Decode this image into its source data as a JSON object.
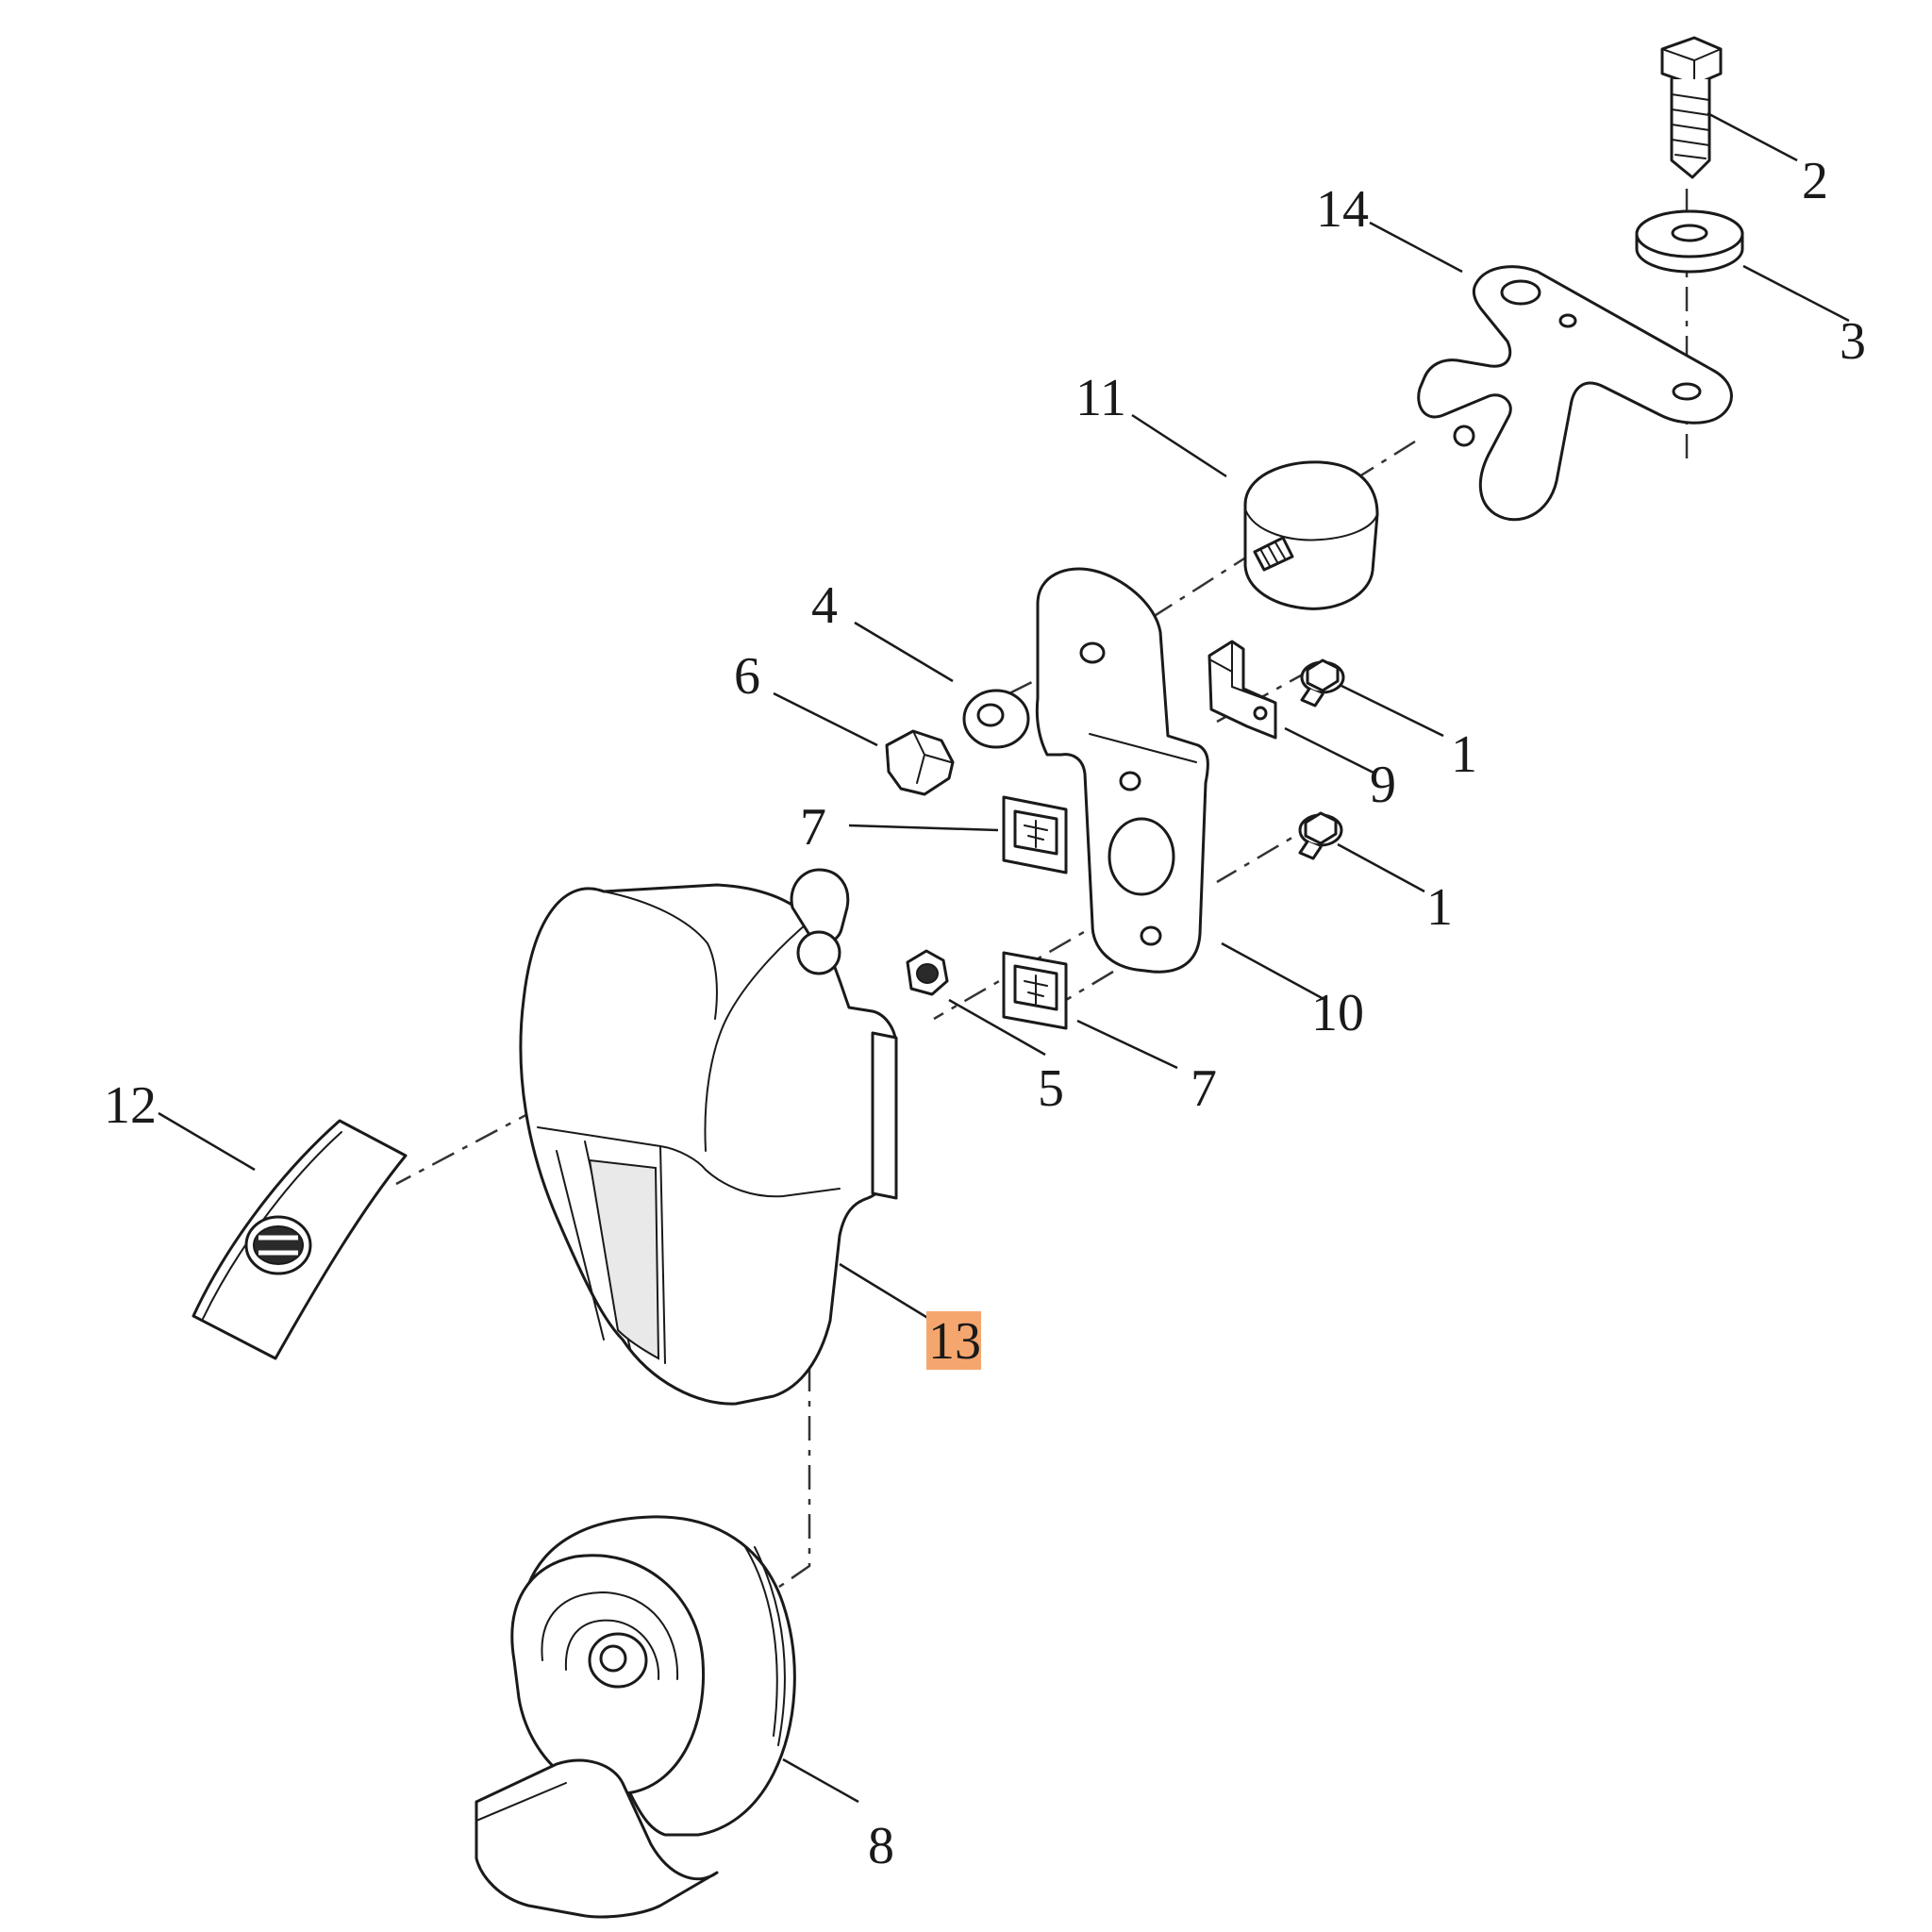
{
  "callouts": {
    "c1a": "1",
    "c1b": "1",
    "c2": "2",
    "c3": "3",
    "c4": "4",
    "c5": "5",
    "c6": "6",
    "c7a": "7",
    "c7b": "7",
    "c8": "8",
    "c9": "9",
    "c10": "10",
    "c11": "11",
    "c12": "12",
    "c13": "13",
    "c14": "14"
  },
  "highlight": {
    "part": "13",
    "color": "#f5a66e"
  }
}
